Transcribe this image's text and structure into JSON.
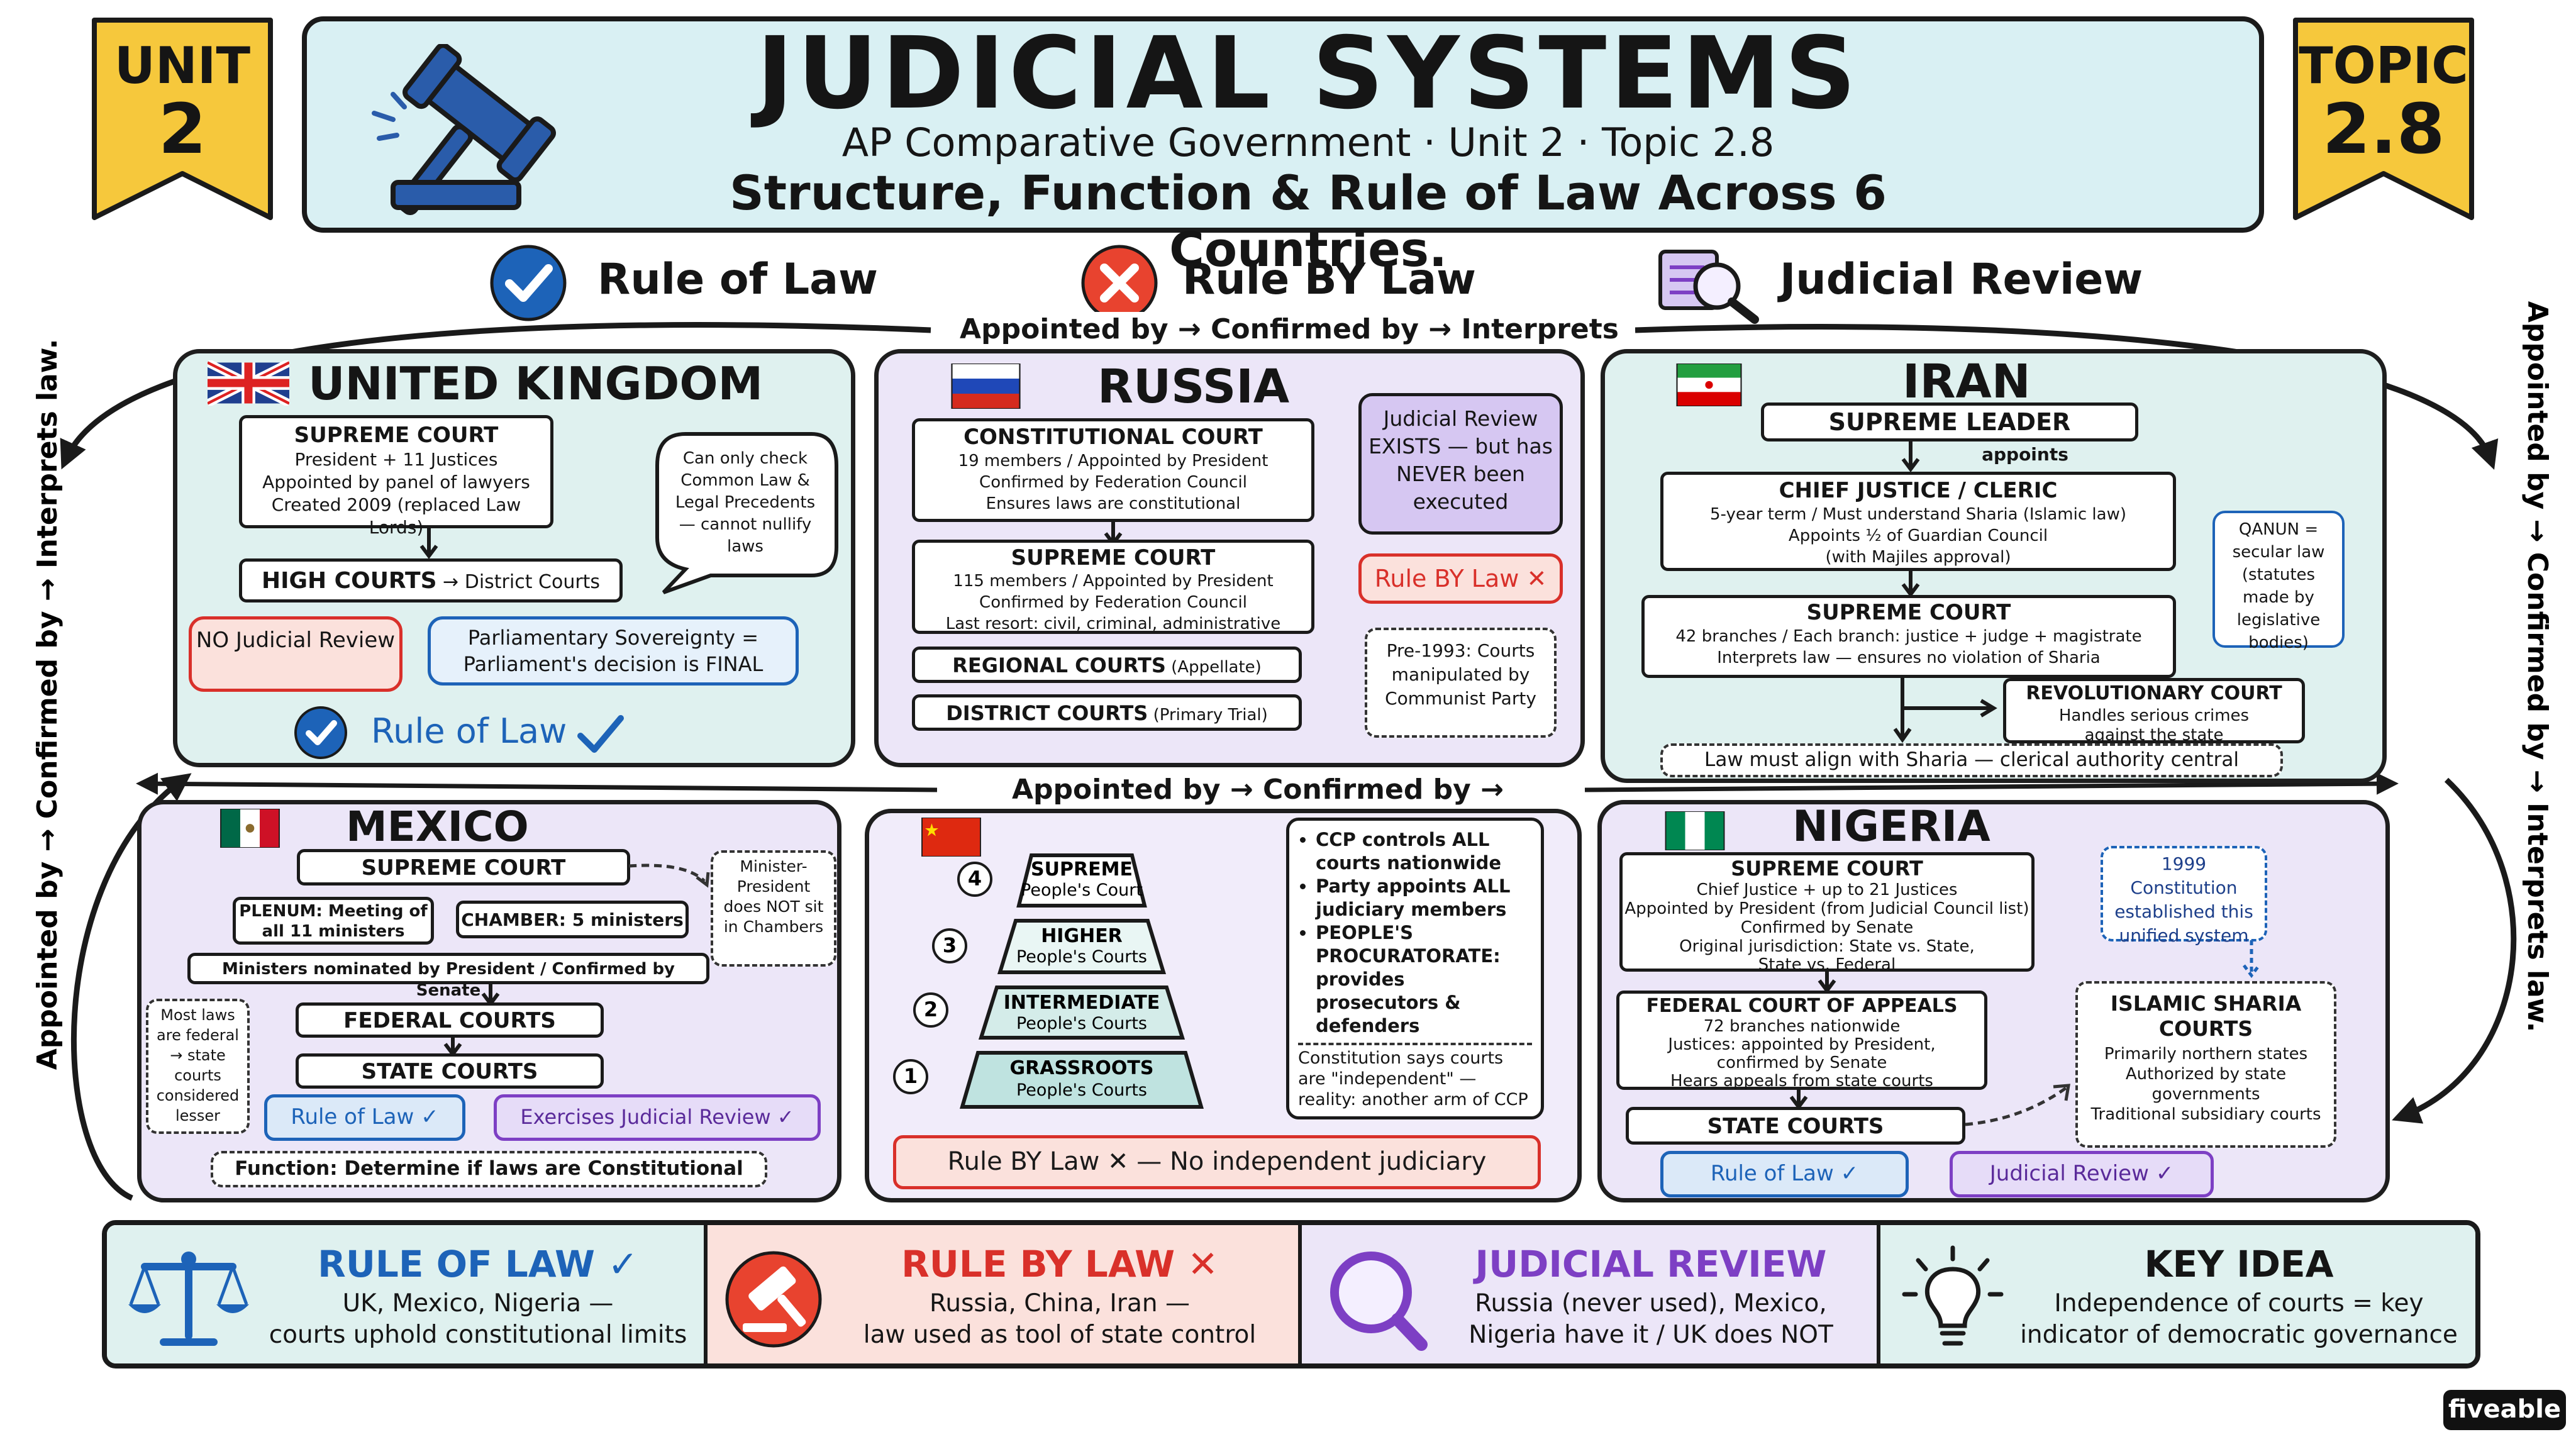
{
  "header": {
    "title": "JUDICIAL SYSTEMS",
    "subtitle": "AP Comparative Government · Unit 2 · Topic 2.8",
    "tagline": "Structure, Function & Rule of Law Across 6 Countries.",
    "unit_label": "UNIT",
    "unit_num": "2",
    "topic_label": "TOPIC",
    "topic_num": "2.8"
  },
  "legend": {
    "rule_of_law": "Rule of Law",
    "rule_by_law": "Rule BY Law",
    "judicial_review": "Judicial Review"
  },
  "flow": {
    "text": "Appointed by → Confirmed by → Interprets law."
  },
  "uk": {
    "name": "UNITED KINGDOM",
    "supreme_title": "SUPREME COURT",
    "supreme_l1": "President + 11 Justices",
    "supreme_l2": "Appointed by panel of lawyers",
    "supreme_l3": "Created 2009 (replaced Law Lords)",
    "high_main": "HIGH COURTS",
    "high_rest": " → District Courts",
    "bubble": "Can only check Common Law & Legal Precedents — cannot nullify laws",
    "no_jr": "NO Judicial Review",
    "sovereignty": "Parliamentary Sovereignty = Parliament's decision is FINAL",
    "rol": "Rule of Law"
  },
  "russia": {
    "name": "RUSSIA",
    "const_title": "CONSTITUTIONAL COURT",
    "const_l1": "19 members / Appointed by President",
    "const_l2": "Confirmed by Federation Council",
    "const_l3": "Ensures laws are constitutional",
    "supreme_title": "SUPREME COURT",
    "supreme_l1": "115 members / Appointed by President",
    "supreme_l2": "Confirmed by Federation Council",
    "supreme_l3": "Last resort: civil, criminal, administrative",
    "regional_main": "REGIONAL COURTS",
    "regional_sub": " (Appellate)",
    "district_main": "DISTRICT COURTS",
    "district_sub": " (Primary Trial)",
    "jr_note": "Judicial Review EXISTS — but has NEVER been executed",
    "rbl": "Rule BY Law",
    "pre1993": "Pre-1993: Courts manipulated by Communist Party"
  },
  "iran": {
    "name": "IRAN",
    "leader": "SUPREME LEADER",
    "appoints": "appoints",
    "cj_title": "CHIEF JUSTICE / CLERIC",
    "cj_l1": "5-year term / Must understand Sharia (Islamic law)",
    "cj_l2": "Appoints ½ of Guardian Council",
    "cj_l3": "(with Majiles approval)",
    "sc_title": "SUPREME COURT",
    "sc_l1": "42 branches / Each branch: justice + judge + magistrate",
    "sc_l2": "Interprets law — ensures no violation of Sharia",
    "rev_title": "REVOLUTIONARY COURT",
    "rev_l1": "Handles serious crimes",
    "rev_l2": "against the state",
    "qanun": "QANUN = secular law (statutes made by legislative bodies)",
    "sharia_note": "Law must align with Sharia — clerical authority central"
  },
  "mexico": {
    "name": "MEXICO",
    "supreme": "SUPREME COURT",
    "plenum": "PLENUM: Meeting of all 11 ministers",
    "chamber": "CHAMBER: 5 ministers",
    "minister_note": "Minister-President does NOT sit in Chambers",
    "nominated": "Ministers nominated by President / Confirmed by Senate",
    "federal": "FEDERAL COURTS",
    "state": "STATE COURTS",
    "most_laws": "Most laws are federal → state courts considered lesser",
    "rol": "Rule of Law",
    "jr": "Exercises Judicial Review",
    "function": "Function: Determine if laws are Constitutional"
  },
  "china": {
    "levels": [
      {
        "num": "4",
        "title": "SUPREME",
        "sub": "People's Court"
      },
      {
        "num": "3",
        "title": "HIGHER",
        "sub": "People's Courts"
      },
      {
        "num": "2",
        "title": "INTERMEDIATE",
        "sub": "People's Courts"
      },
      {
        "num": "1",
        "title": "GRASSROOTS",
        "sub": "People's Courts"
      }
    ],
    "bullets": [
      "CCP controls ALL courts nationwide",
      "Party appoints ALL judiciary members",
      "PEOPLE'S PROCURATORATE: provides prosecutors & defenders"
    ],
    "constitution": "Constitution says courts are \"independent\" — reality: another arm of CCP",
    "rbl": "Rule BY Law ✕ — No independent judiciary"
  },
  "nigeria": {
    "name": "NIGERIA",
    "sc_title": "SUPREME COURT",
    "sc_l1": "Chief Justice + up to 21 Justices",
    "sc_l2": "Appointed by President (from Judicial Council list)",
    "sc_l3": "Confirmed by Senate",
    "sc_l4": "Original jurisdiction: State vs. State,",
    "sc_l5": "State vs. Federal",
    "fca_title": "FEDERAL COURT OF APPEALS",
    "fca_l1": "72 branches nationwide",
    "fca_l2": "Justices: appointed by President,",
    "fca_l3": "confirmed by Senate",
    "fca_l4": "Hears appeals from state courts",
    "state": "STATE COURTS",
    "constitution_1999": "1999 Constitution established this unified system",
    "sharia_title": "ISLAMIC SHARIA COURTS",
    "sharia_l1": "Primarily northern states",
    "sharia_l2": "Authorized by state governments",
    "sharia_l3": "Traditional subsidiary courts",
    "rol": "Rule of Law",
    "jr": "Judicial Review"
  },
  "summary": {
    "rol_title": "RULE OF LAW ✓",
    "rol_l1": "UK, Mexico, Nigeria —",
    "rol_l2": "courts uphold constitutional limits",
    "rbl_title": "RULE BY LAW ✕",
    "rbl_l1": "Russia, China, Iran —",
    "rbl_l2": "law used as tool of state control",
    "jr_title": "JUDICIAL REVIEW",
    "jr_l1": "Russia (never used), Mexico,",
    "jr_l2": "Nigeria have it / UK does NOT",
    "key_title": "KEY IDEA",
    "key_l1": "Independence of courts = key",
    "key_l2": "indicator of democratic governance"
  },
  "brand": "fiveable",
  "colors": {
    "teal_bg": "#dff1ef",
    "lavender_bg": "#ece6f8",
    "header_bg": "#d9f0f3",
    "banner_yellow": "#f6c83c",
    "red": "#d9302a",
    "red_bg": "#fbe1dc",
    "blue": "#1d63b8",
    "purple": "#7d3fc4"
  }
}
